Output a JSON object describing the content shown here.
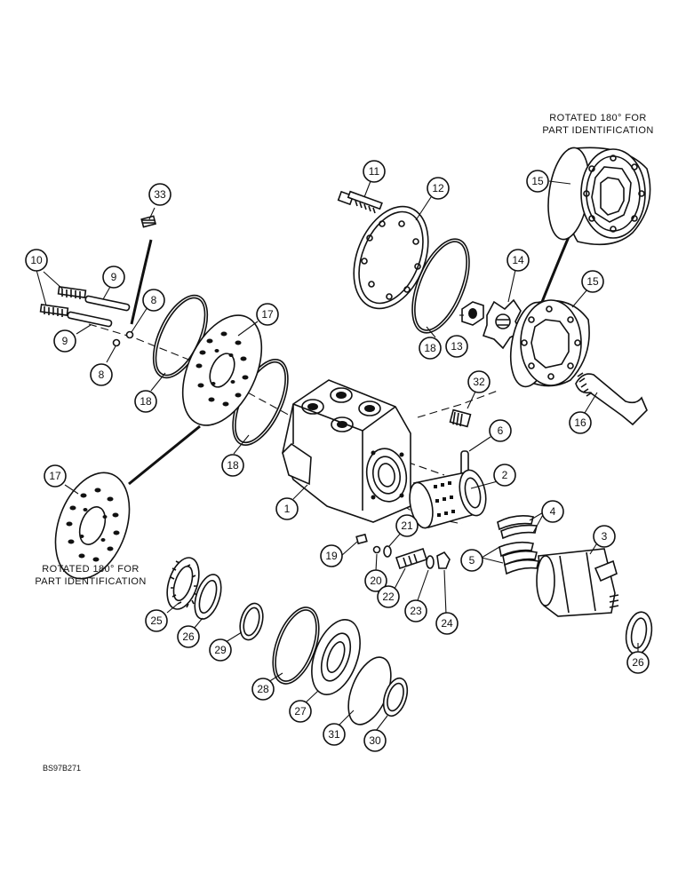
{
  "notes": {
    "rotated_top_line1": "ROTATED 180° FOR",
    "rotated_top_line2": "PART IDENTIFICATION",
    "rotated_left_line1": "ROTATED 180° FOR",
    "rotated_left_line2": "PART IDENTIFICATION"
  },
  "figure_code": "BS97B271",
  "callouts": {
    "c1": "1",
    "c2": "2",
    "c3": "3",
    "c4": "4",
    "c5": "5",
    "c6": "6",
    "c8a": "8",
    "c8b": "8",
    "c9a": "9",
    "c9b": "9",
    "c10": "10",
    "c11": "11",
    "c12": "12",
    "c13": "13",
    "c14": "14",
    "c15a": "15",
    "c15b": "15",
    "c16": "16",
    "c17a": "17",
    "c17b": "17",
    "c18a": "18",
    "c18b": "18",
    "c18c": "18",
    "c19": "19",
    "c20": "20",
    "c21": "21",
    "c22": "22",
    "c23": "23",
    "c24": "24",
    "c25": "25",
    "c26a": "26",
    "c26b": "26",
    "c27": "27",
    "c28": "28",
    "c29": "29",
    "c30": "30",
    "c31": "31",
    "c32": "32",
    "c33": "33"
  }
}
